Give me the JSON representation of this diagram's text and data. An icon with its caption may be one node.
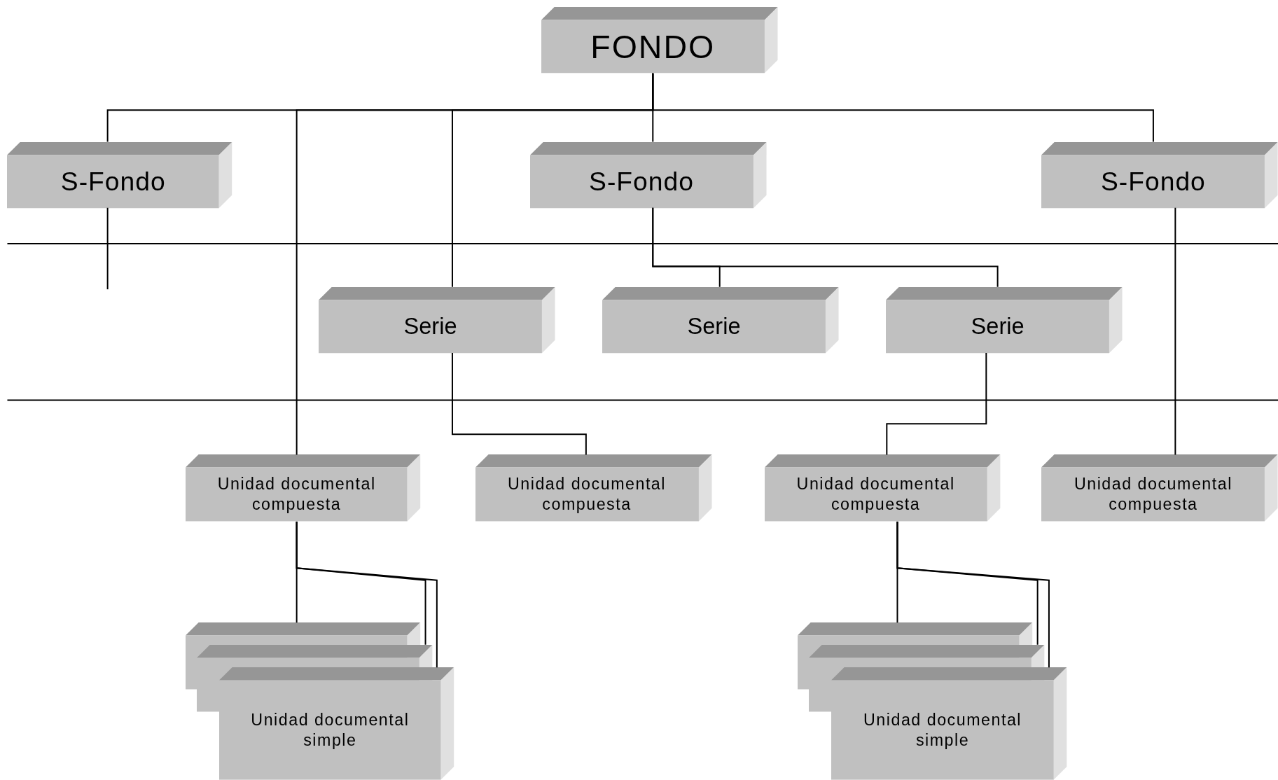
{
  "diagram": {
    "nodes": [
      {
        "text": [
          "FONDO"
        ]
      },
      {
        "text": [
          "S-Fondo"
        ]
      },
      {
        "text": [
          "S-Fondo"
        ]
      },
      {
        "text": [
          "S-Fondo"
        ]
      },
      {
        "text": [
          "Serie"
        ]
      },
      {
        "text": [
          "Serie"
        ]
      },
      {
        "text": [
          "Serie"
        ]
      },
      {
        "text": [
          "Unidad documental compuesta"
        ]
      },
      {
        "text": [
          "Unidad documental compuesta"
        ]
      },
      {
        "text": [
          "Unidad documental compuesta"
        ]
      },
      {
        "text": [
          "Unidad documental compuesta"
        ]
      },
      {
        "text": [],
        "shape": "box"
      },
      {
        "text": [],
        "shape": "box"
      },
      {
        "text": [
          "Unidad documental simple"
        ]
      },
      {
        "text": [],
        "shape": "box"
      },
      {
        "text": [],
        "shape": "box"
      },
      {
        "text": [
          "Unidad documental simple"
        ]
      }
    ],
    "edges": [
      {
        "from": 0,
        "to": 1,
        "arrow": "none"
      },
      {
        "from": 0,
        "to": 7,
        "arrow": "none"
      },
      {
        "from": 0,
        "to": 4,
        "arrow": "none"
      },
      {
        "from": 0,
        "to": 2,
        "arrow": "none"
      },
      {
        "from": 0,
        "to": 3,
        "arrow": "none"
      },
      {
        "from": 1,
        "to": null,
        "arrow": "none"
      },
      {
        "from": 2,
        "to": 5,
        "arrow": "none"
      },
      {
        "from": 2,
        "to": 6,
        "arrow": "none"
      },
      {
        "from": 3,
        "to": 10,
        "arrow": "none"
      },
      {
        "from": 4,
        "to": 8,
        "arrow": "none"
      },
      {
        "from": 6,
        "to": 9,
        "arrow": "none"
      },
      {
        "from": 7,
        "to": 11,
        "arrow": "none"
      },
      {
        "from": 7,
        "to": 12,
        "arrow": "none"
      },
      {
        "from": 7,
        "to": 13,
        "arrow": "none"
      },
      {
        "from": 9,
        "to": 14,
        "arrow": "none"
      },
      {
        "from": 9,
        "to": 15,
        "arrow": "none"
      },
      {
        "from": 9,
        "to": 16,
        "arrow": "none"
      }
    ]
  }
}
